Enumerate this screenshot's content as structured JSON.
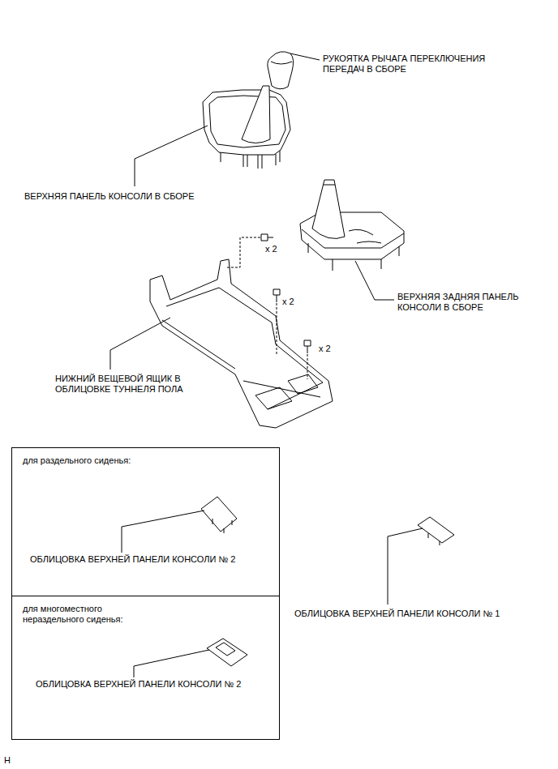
{
  "diagram": {
    "nodes": [
      {
        "text": [
          "для раздельного сиденья:",
          "ОБЛИЦОВКА ВЕРХНЕЙ ПАНЕЛИ КОНСОЛИ № 2"
        ]
      },
      {
        "text": [
          "для многоместного нераздельного сиденья:",
          "ОБЛИЦОВКА ВЕРХНЕЙ ПАНЕЛИ КОНСОЛИ № 2"
        ]
      }
    ],
    "labels": [
      "РУКОЯТКА РЫЧАГА ПЕРЕКЛЮЧЕНИЯ ПЕРЕДАЧ В СБОРЕ",
      "ВЕРХНЯЯ ПАНЕЛЬ КОНСОЛИ В СБОРЕ",
      "x 2",
      "ВЕРХНЯЯ ЗАДНЯЯ ПАНЕЛЬ КОНСОЛИ В СБОРЕ",
      "x 2",
      "x 2",
      "НИЖНИЙ ВЕЩЕВОЙ ЯЩИК В ОБЛИЦОВКЕ ТУННЕЛЯ ПОЛА",
      "ОБЛИЦОВКА ВЕРХНЕЙ ПАНЕЛИ КОНСОЛИ № 1",
      "H"
    ]
  }
}
